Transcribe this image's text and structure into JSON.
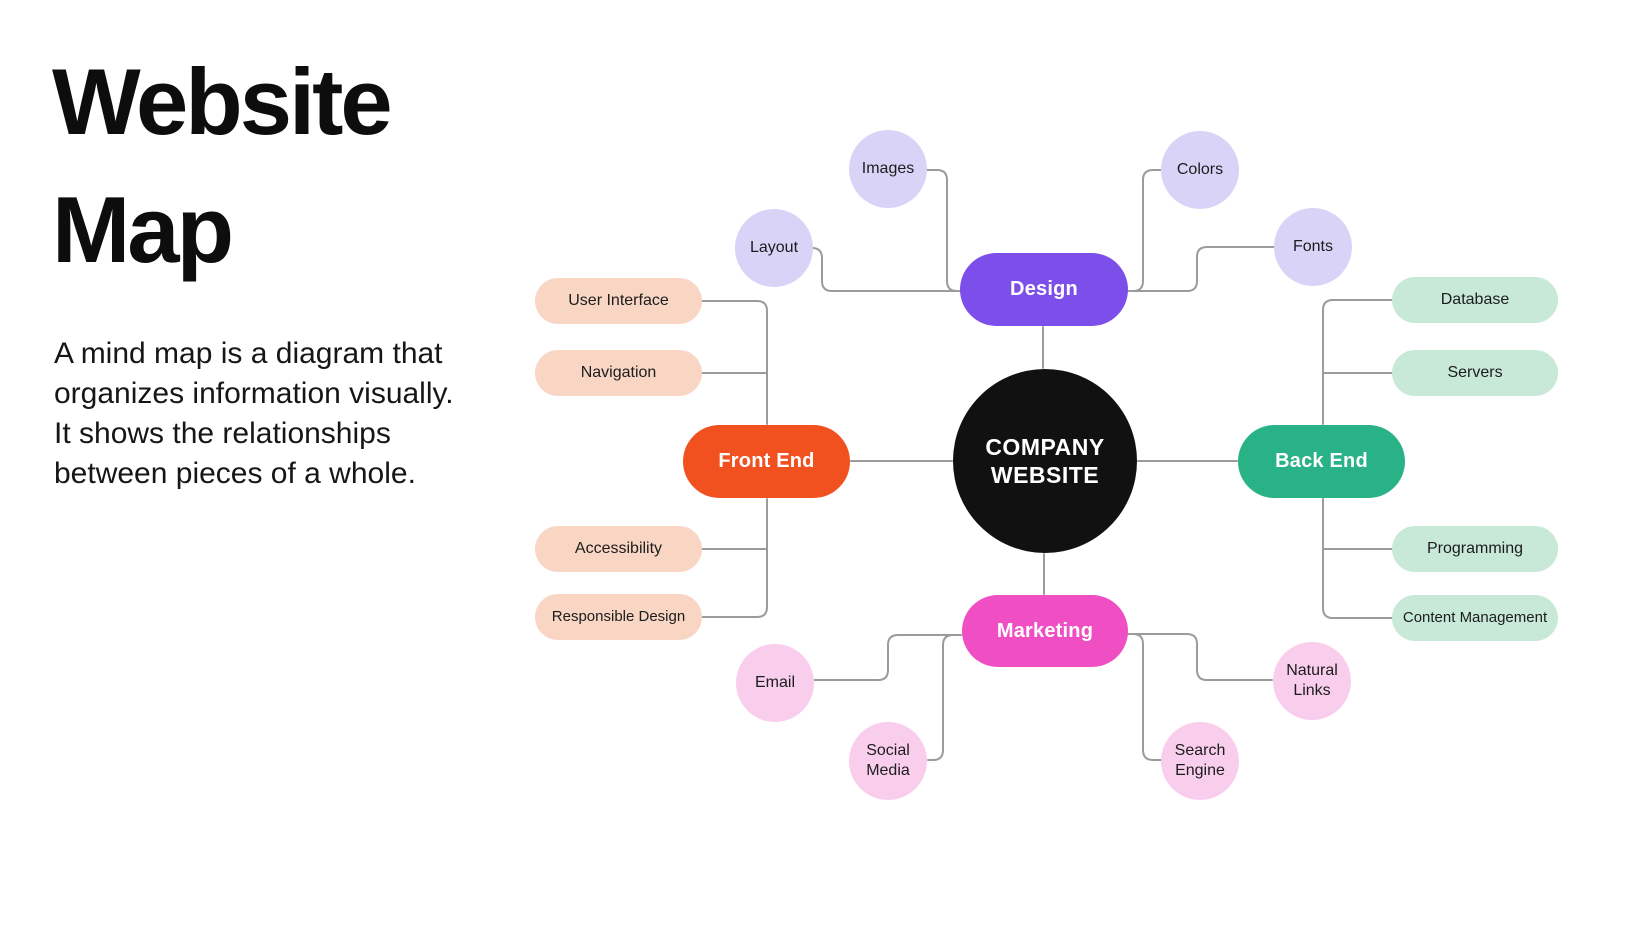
{
  "page": {
    "title": "Website Map",
    "description": "A mind map is a diagram that organizes information visually. It shows the relationships between pieces of a whole."
  },
  "mindmap": {
    "connector_color": "#9B9B9B",
    "center": {
      "line1": "COMPANY",
      "line2": "WEBSITE",
      "color": "#111111"
    },
    "branches": [
      {
        "label": "Design",
        "color": "#7C4FEA",
        "leaf_color": "#DAD3F8",
        "leaves": [
          "Images",
          "Layout",
          "Colors",
          "Fonts"
        ]
      },
      {
        "label": "Front End",
        "color": "#F1511F",
        "leaf_color": "#F9D6C4",
        "leaves": [
          "User Interface",
          "Navigation",
          "Accessibility",
          "Responsible Design"
        ]
      },
      {
        "label": "Back End",
        "color": "#2AB287",
        "leaf_color": "#C8E9D8",
        "leaves": [
          "Database",
          "Servers",
          "Programming",
          "Content Management"
        ]
      },
      {
        "label": "Marketing",
        "color": "#EF4FC3",
        "leaf_color": "#F9CEEC",
        "leaves": [
          "Email",
          "Social Media",
          "Search Engine",
          "Natural Links"
        ]
      }
    ]
  }
}
